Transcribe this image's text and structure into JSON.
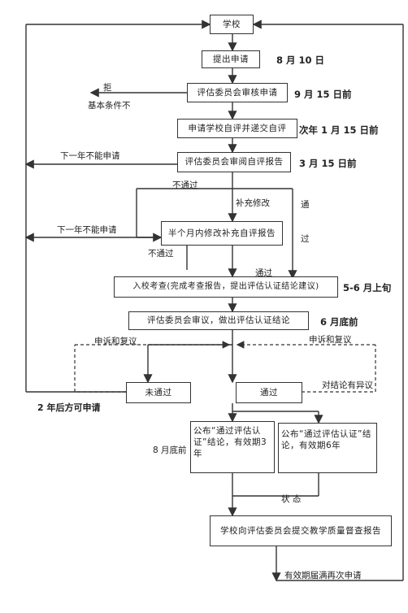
{
  "boxes": {
    "school": "学校",
    "submit": "提出申请",
    "committee_review_app": "评估委员会审核申请",
    "school_self_eval": "申请学校自评并递交自评",
    "committee_review_report": "评估委员会审阅自评报告",
    "revise": "半个月内修改补充自评报告",
    "site_inspection": "入校考查(完成考查报告，提出评估认证结论建议)",
    "committee_decision": "评估委员会审议，做出评估认证结论",
    "not_passed": "未通过",
    "passed": "通过",
    "publish_3yr": "公布“通过评估认证”结论，有效期3年",
    "publish_6yr": "公布“通过评估认证”结论，有效期6年",
    "quality_report": "学校向评估委员会提交教学质量督查报告"
  },
  "dates": {
    "aug10": "8 月 10 日",
    "sep15": "9 月 15 日前",
    "jan15": "次年 1 月 15 日前",
    "mar15": "3 月 15 日前",
    "may_jun": "5-6 月上旬",
    "jun_end": "6 月底前",
    "aug_end": "8 月底前"
  },
  "labels": {
    "reject": "拒",
    "basic_not": "基本条件不",
    "next_year_1": "下一年不能申请",
    "next_year_2": "下一年不能申请",
    "not_pass_1": "不通过",
    "not_pass_2": "不通过",
    "supplement": "补充修改",
    "tong": "通",
    "guo": "过",
    "pass_label": "通过",
    "appeal_left": "申诉和复议",
    "appeal_right": "申诉和复议",
    "objection": "对结论有异议",
    "two_years": "2 年后方可申请",
    "status": "状 态",
    "reapply": "有效期届满再次申请"
  }
}
